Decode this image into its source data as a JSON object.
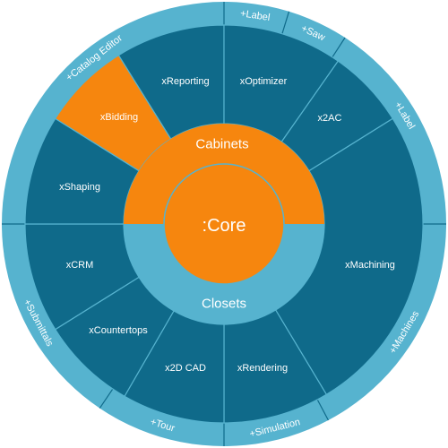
{
  "colors": {
    "outer_ring": "#56b3cf",
    "segment": "#0f6a8a",
    "segment_highlight": "#f6860e",
    "cabinets_band": "#f6860e",
    "closets_band": "#56b3cf",
    "core": "#f6860e",
    "divider": "#56b3cf",
    "text": "#ffffff"
  },
  "core": {
    "label": ":Core"
  },
  "bands": {
    "cabinets": "Cabinets",
    "closets": "Closets"
  },
  "segments": [
    {
      "label": "xReporting",
      "highlight": false
    },
    {
      "label": "xOptimizer",
      "highlight": false
    },
    {
      "label": "x2AC",
      "highlight": false
    },
    {
      "label": "xMachining",
      "highlight": false
    },
    {
      "label": "xRendering",
      "highlight": false
    },
    {
      "label": "x2D CAD",
      "highlight": false
    },
    {
      "label": "xCountertops",
      "highlight": false
    },
    {
      "label": "xCRM",
      "highlight": false
    },
    {
      "label": "xShaping",
      "highlight": false
    },
    {
      "label": "xBidding",
      "highlight": true
    }
  ],
  "outer_ring": [
    {
      "label": "+Label"
    },
    {
      "label": "+Saw"
    },
    {
      "label": "+Label"
    },
    {
      "label": "+Machines"
    },
    {
      "label": "+Simulation"
    },
    {
      "label": "+Tour"
    },
    {
      "label": "+Submittals"
    },
    {
      "label": "+Catalog Editor"
    }
  ]
}
